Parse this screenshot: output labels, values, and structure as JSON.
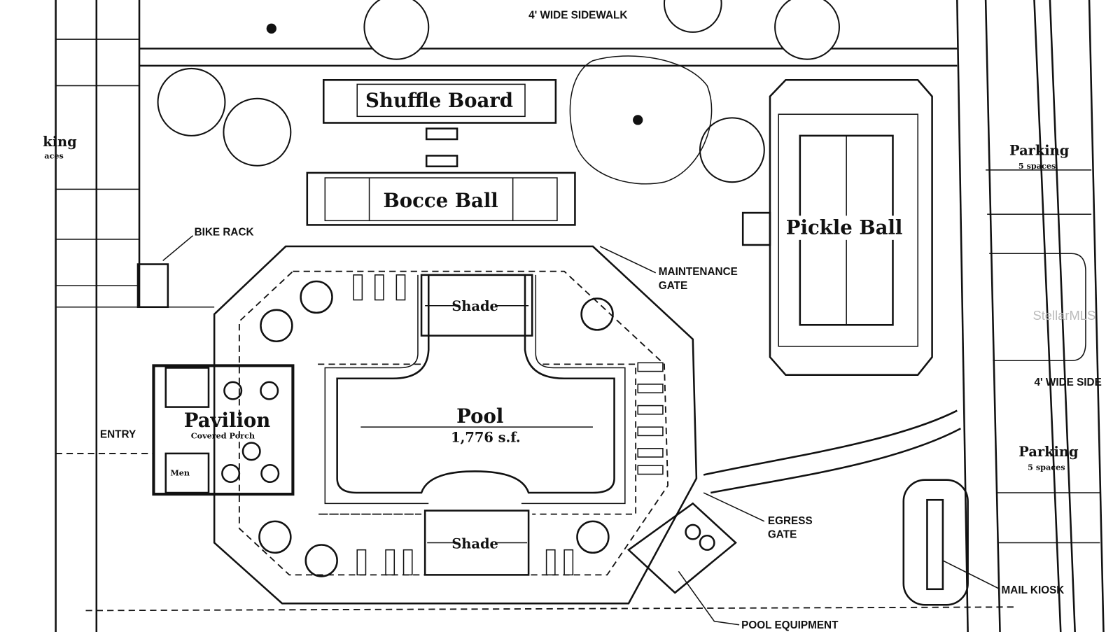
{
  "plan": {
    "sidewalk_top": "4' WIDE SIDEWALK",
    "sidewalk_right": "4' WIDE SIDE",
    "shuffle_board": "Shuffle Board",
    "bocce_ball": "Bocce Ball",
    "pickle_ball": "Pickle Ball",
    "pool": "Pool",
    "pool_area": "1,776 s.f.",
    "shade_top": "Shade",
    "shade_bottom": "Shade",
    "pavilion": "Pavilion",
    "pavilion_sub": "Covered Porch",
    "restroom_label": "Men",
    "entry": "ENTRY",
    "bike_rack": "BIKE RACK",
    "maintenance_gate_1": "MAINTENANCE",
    "maintenance_gate_2": "GATE",
    "egress_gate_1": "EGRESS",
    "egress_gate_2": "GATE",
    "pool_equipment": "POOL EQUIPMENT",
    "mail_kiosk": "MAIL KIOSK",
    "parking_top": "Parking",
    "parking_top_sub": "5 spaces",
    "parking_bottom": "Parking",
    "parking_bottom_sub": "5 spaces",
    "parking_left_partial": "king",
    "parking_left_partial_sub": "aces",
    "watermark": "StellarMLS"
  }
}
